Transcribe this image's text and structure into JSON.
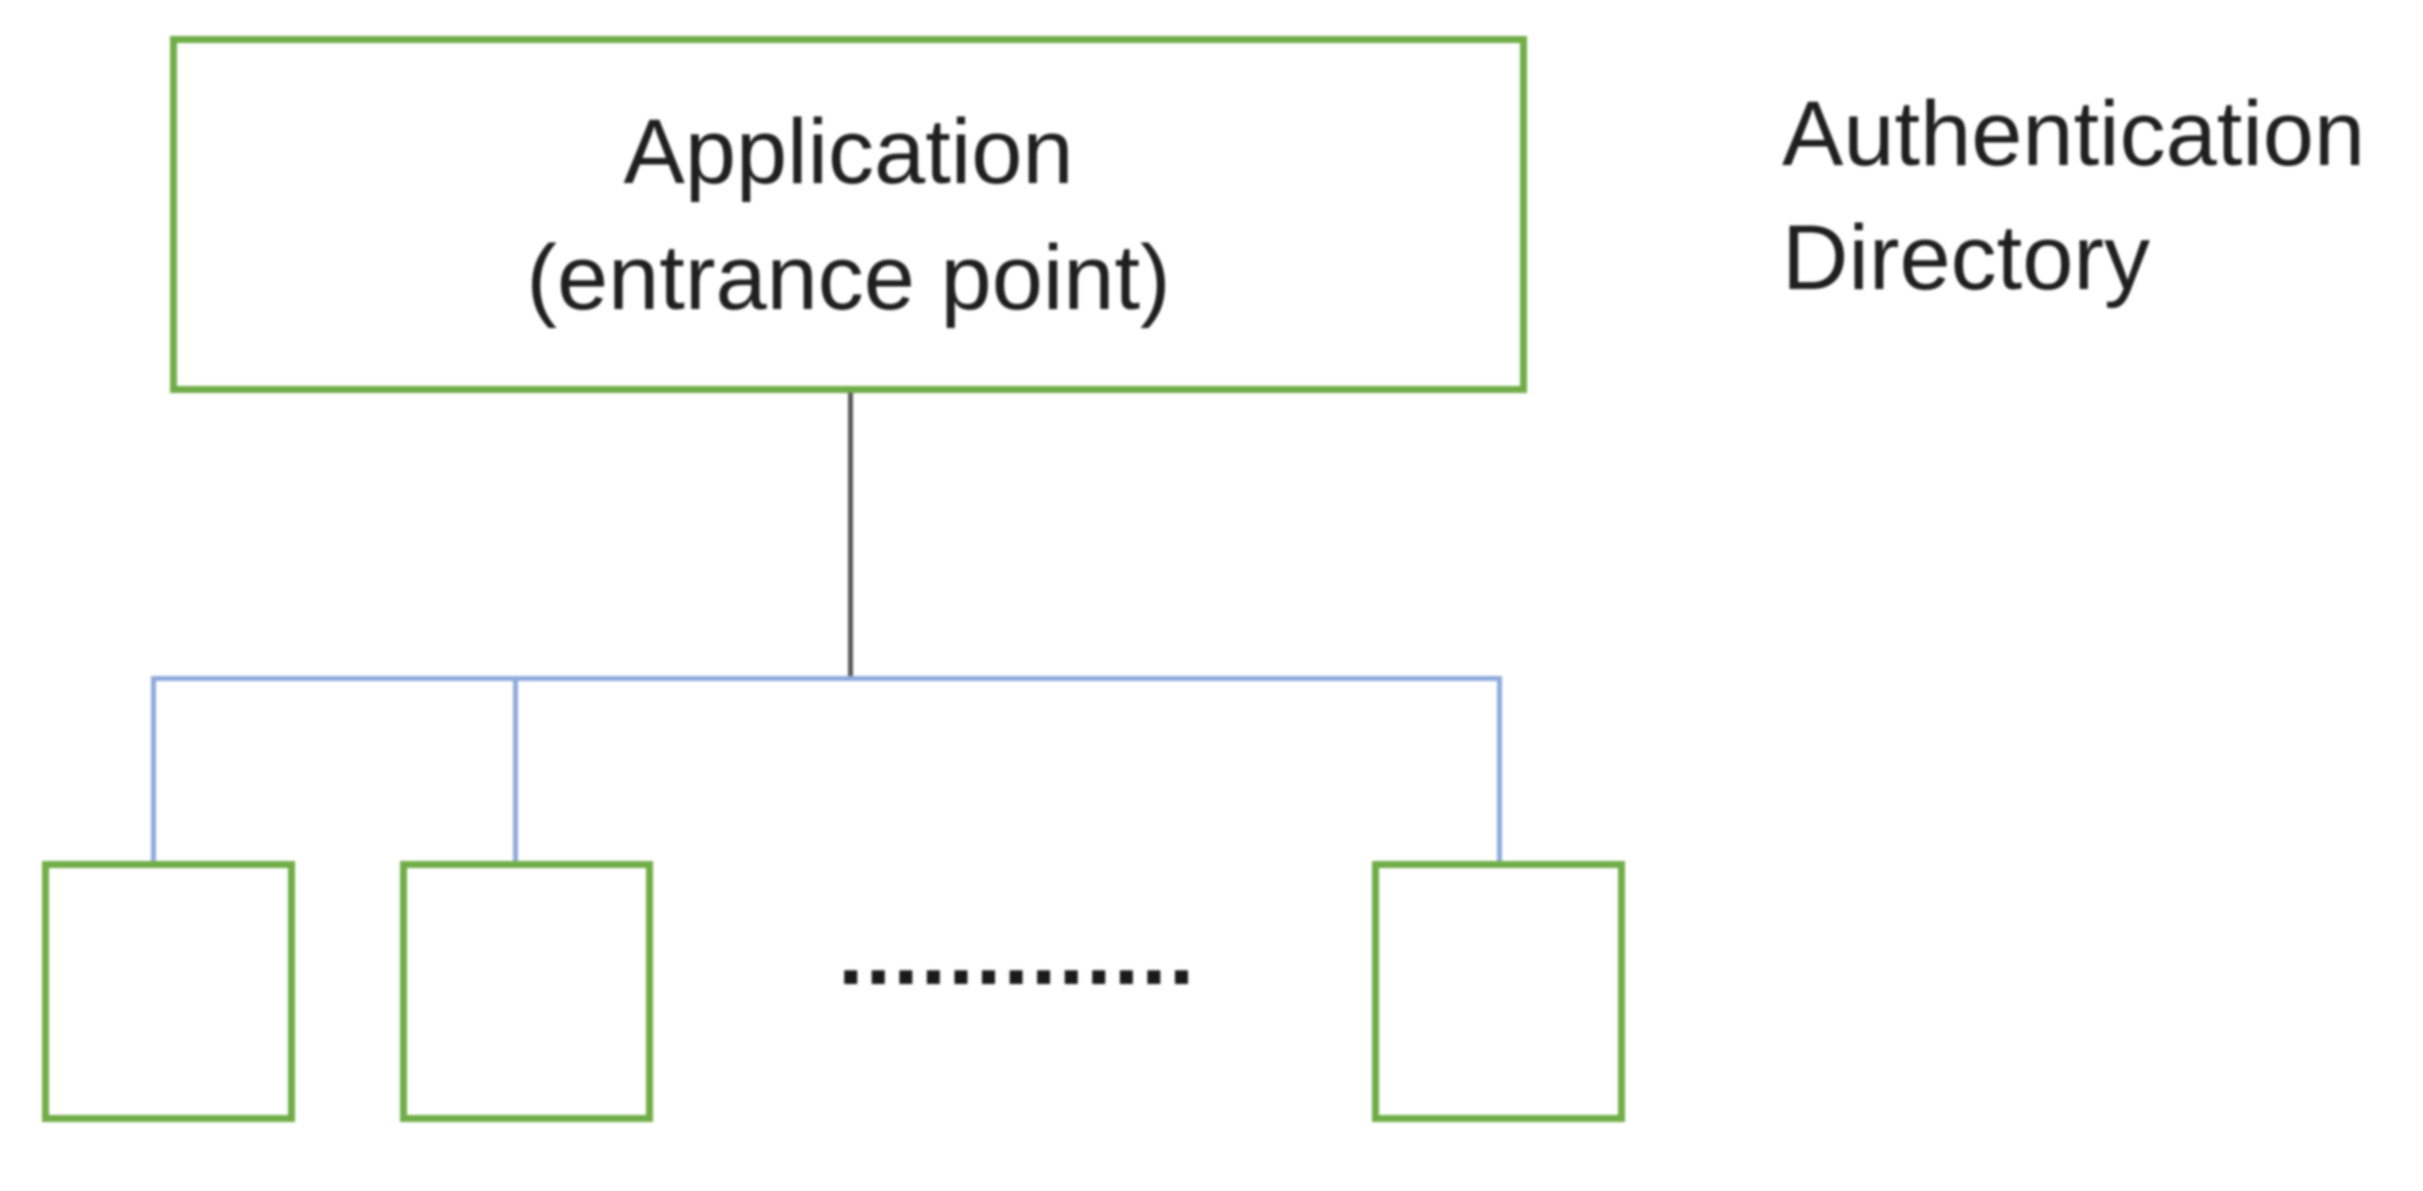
{
  "diagram": {
    "root_box": {
      "line1": "Application",
      "line2": "(entrance point)"
    },
    "side_label": {
      "line1": "Authentication",
      "line2": "Directory"
    },
    "ellipsis": ".............",
    "child_boxes": [
      {
        "id": "child-1",
        "label": ""
      },
      {
        "id": "child-2",
        "label": ""
      },
      {
        "id": "child-3",
        "label": ""
      }
    ],
    "colors": {
      "box_border_green": "#70AD47",
      "connector_gray": "#595959",
      "connector_blue": "#8EAADB",
      "text": "#1f1f1f",
      "background": "#ffffff"
    }
  }
}
